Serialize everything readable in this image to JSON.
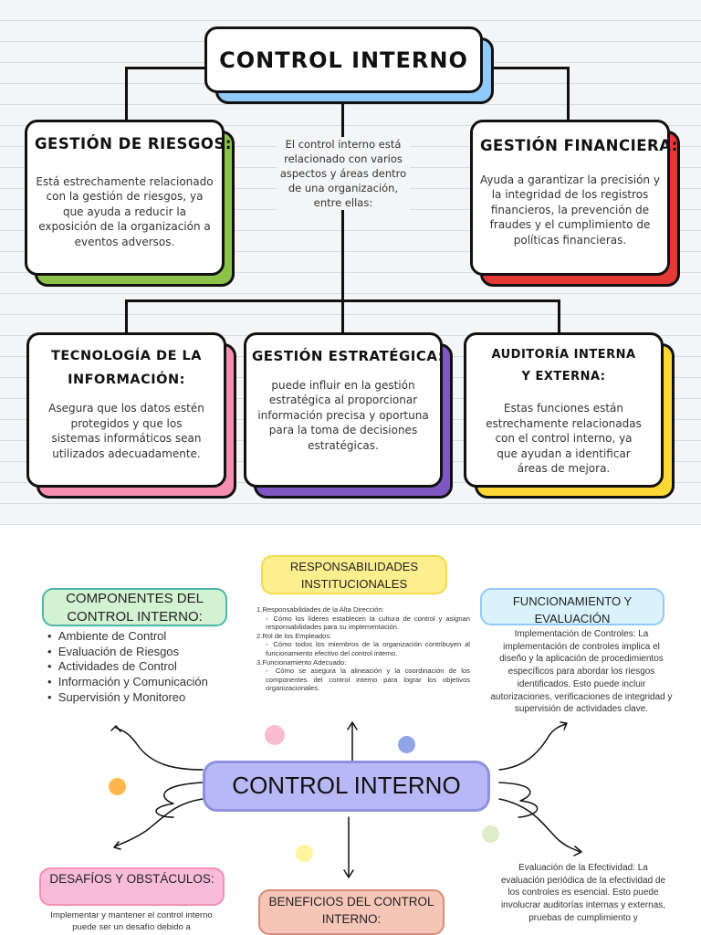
{
  "top": {
    "title": "CONTROL INTERNO",
    "intro": "El control interno está relacionado con varios aspectos y áreas dentro de una organización, entre ellas:",
    "cards": {
      "riesgos": {
        "title": "GESTIÓN DE RIESGOS:",
        "text": "Está estrechamente relacionado con la gestión de riesgos, ya que ayuda a reducir la exposición de la organización a eventos adversos.",
        "shadow_color": "#8bc34a"
      },
      "financiera": {
        "title": "GESTIÓN FINANCIERA:",
        "text": "Ayuda a garantizar la precisión y la integridad de los registros financieros, la prevención de fraudes y el cumplimiento de políticas financieras.",
        "shadow_color": "#e53935"
      },
      "tecnologia": {
        "title": "TECNOLOGÍA DE LA INFORMACIÓN:",
        "text": "Asegura que los datos estén protegidos y que los sistemas informáticos sean utilizados adecuadamente.",
        "shadow_color": "#f48fb1"
      },
      "estrategica": {
        "title": "GESTIÓN ESTRATÉGICA:",
        "text": "puede influir en la gestión estratégica al proporcionar información precisa y oportuna para la toma de decisiones estratégicas.",
        "shadow_color": "#7e57c2"
      },
      "auditoria": {
        "title": "AUDITORÍA INTERNA Y EXTERNA:",
        "text": "Estas funciones están estrechamente relacionadas con el control interno, ya que ayudan a identificar áreas de mejora.",
        "shadow_color": "#fdd835"
      }
    },
    "title_shadow_color": "#90caf9"
  },
  "bottom": {
    "center": "CONTROL INTERNO",
    "componentes": {
      "title": "COMPONENTES DEL CONTROL INTERNO:",
      "items": [
        "Ambiente de Control",
        "Evaluación de Riesgos",
        "Actividades de Control",
        "Información y Comunicación",
        "Supervisión y Monitoreo"
      ]
    },
    "responsabilidades": {
      "title": "RESPONSABILIDADES INSTITUCIONALES",
      "items": [
        {
          "heading": "1.Responsabilidades de la Alta Dirección:",
          "bullet": "Cómo los líderes establecen la cultura de control y asignan responsabilidades para su implementación."
        },
        {
          "heading": "2.Rol de los Empleados:",
          "bullet": "Cómo todos los miembros de la organización contribuyen al funcionamiento efectivo del control interno."
        },
        {
          "heading": "3.Funcionamiento Adecuado:",
          "bullet": "Cómo se asegura la alineación y la coordinación de los componentes del control interno para lograr los objetivos organizacionales."
        }
      ]
    },
    "funcionamiento": {
      "title": "FUNCIONAMIENTO Y EVALUACIÓN",
      "text": "Implementación de Controles: La implementación de controles implica el diseño y la aplicación de procedimientos específicos para abordar los riesgos identificados. Esto puede incluir autorizaciones, verificaciones de integridad y supervisión de actividades clave.",
      "text2": "Evaluación de la Efectividad: La evaluación periódica de la efectividad de los controles es esencial. Esto puede involucrar auditorías internas y externas, pruebas de cumplimiento y"
    },
    "desafios": {
      "title": "DESAFÍOS Y OBSTÁCULOS:",
      "text": "Implementar y mantener el control interno puede ser un desafío debido a"
    },
    "beneficios": {
      "title": "BENEFICIOS DEL CONTROL INTERNO:"
    }
  }
}
